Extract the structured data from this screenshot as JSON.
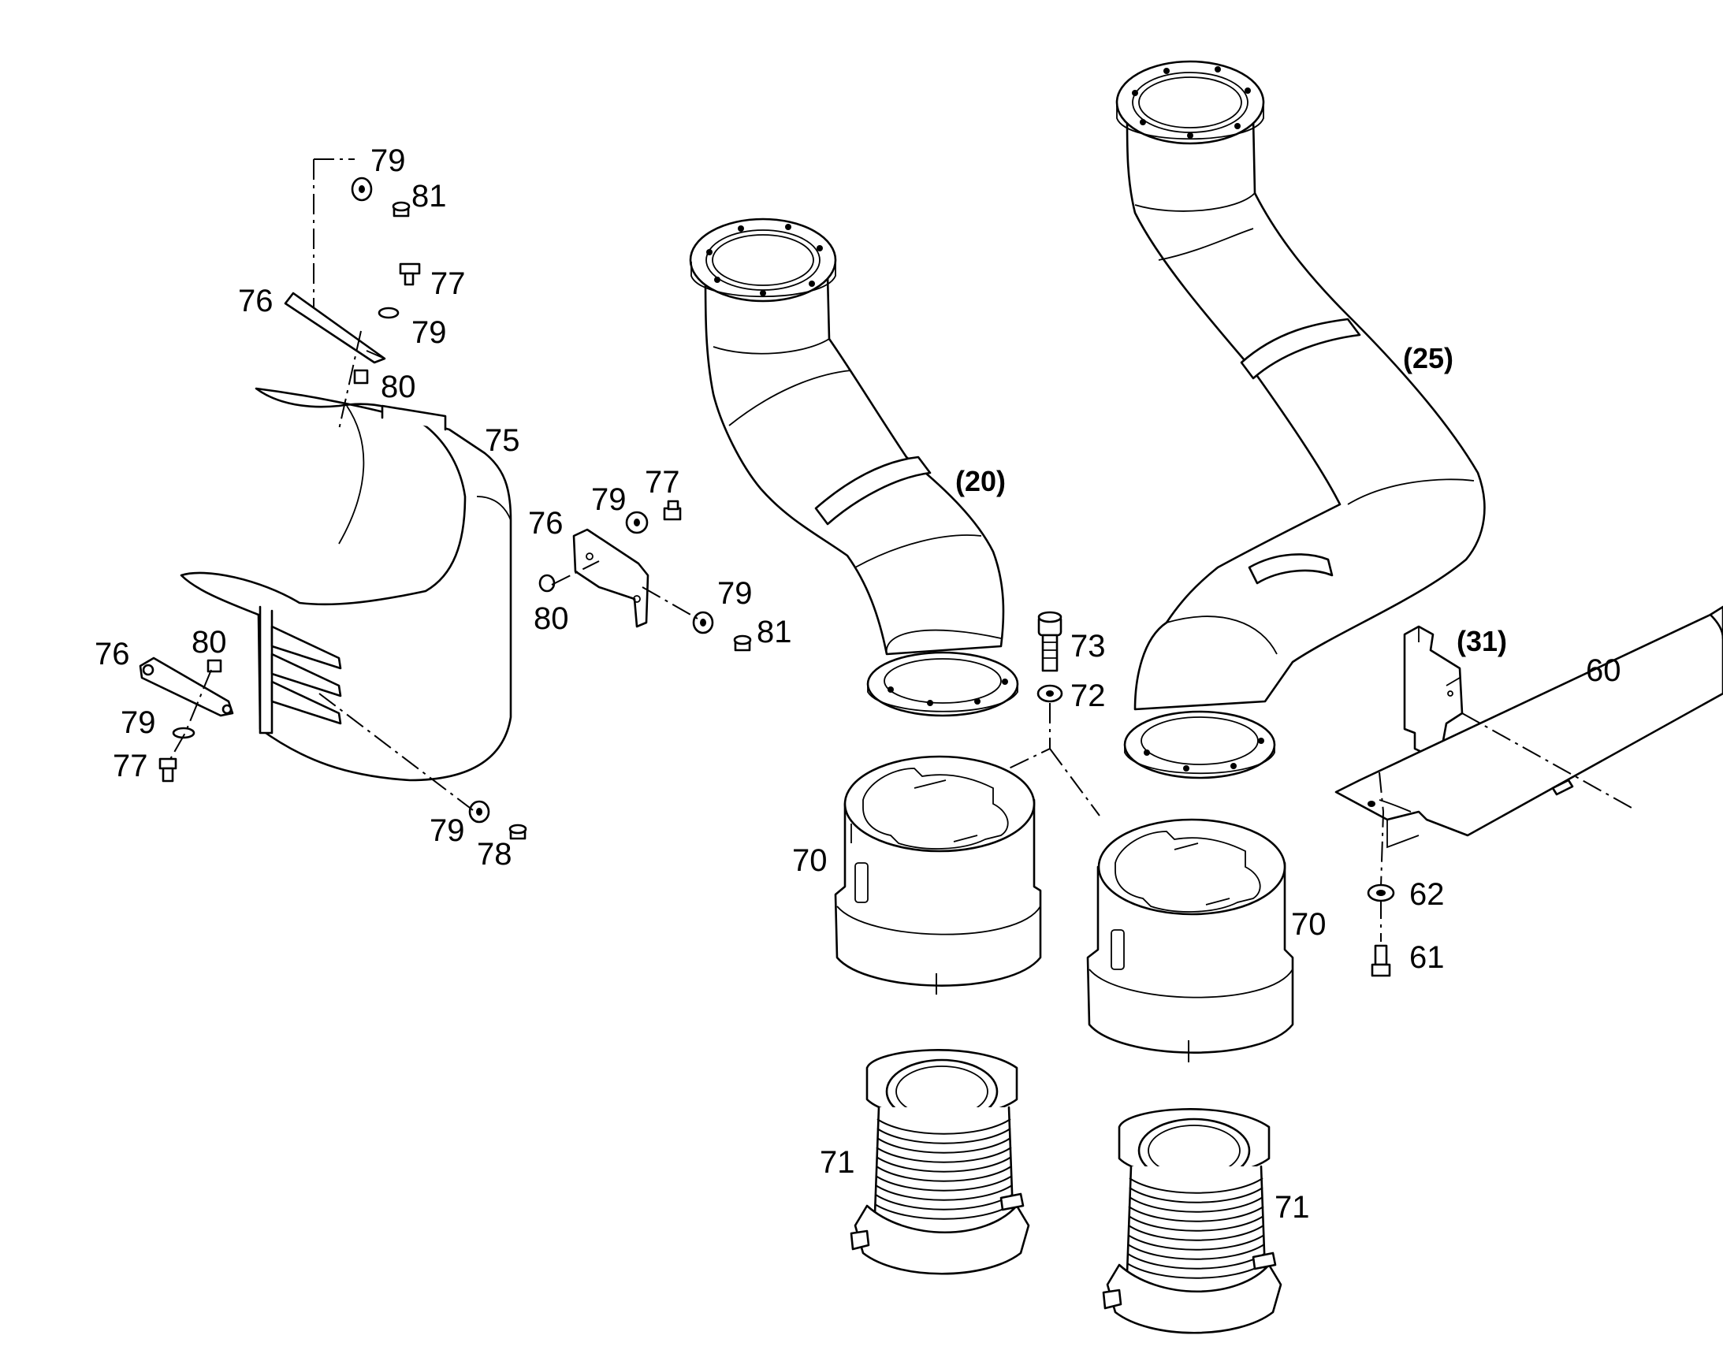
{
  "diagram": {
    "colors": {
      "line": "#000000",
      "background": "#ffffff"
    },
    "callouts": [
      "79",
      "81",
      "77",
      "76",
      "79",
      "80",
      "75",
      "76",
      "79",
      "77",
      "80",
      "79",
      "81",
      "76",
      "80",
      "79",
      "77",
      "79",
      "78",
      "73",
      "72",
      "70",
      "70",
      "71",
      "71",
      "62",
      "61",
      "60"
    ],
    "assemblies": [
      "(20)",
      "(25)",
      "(31)"
    ]
  }
}
